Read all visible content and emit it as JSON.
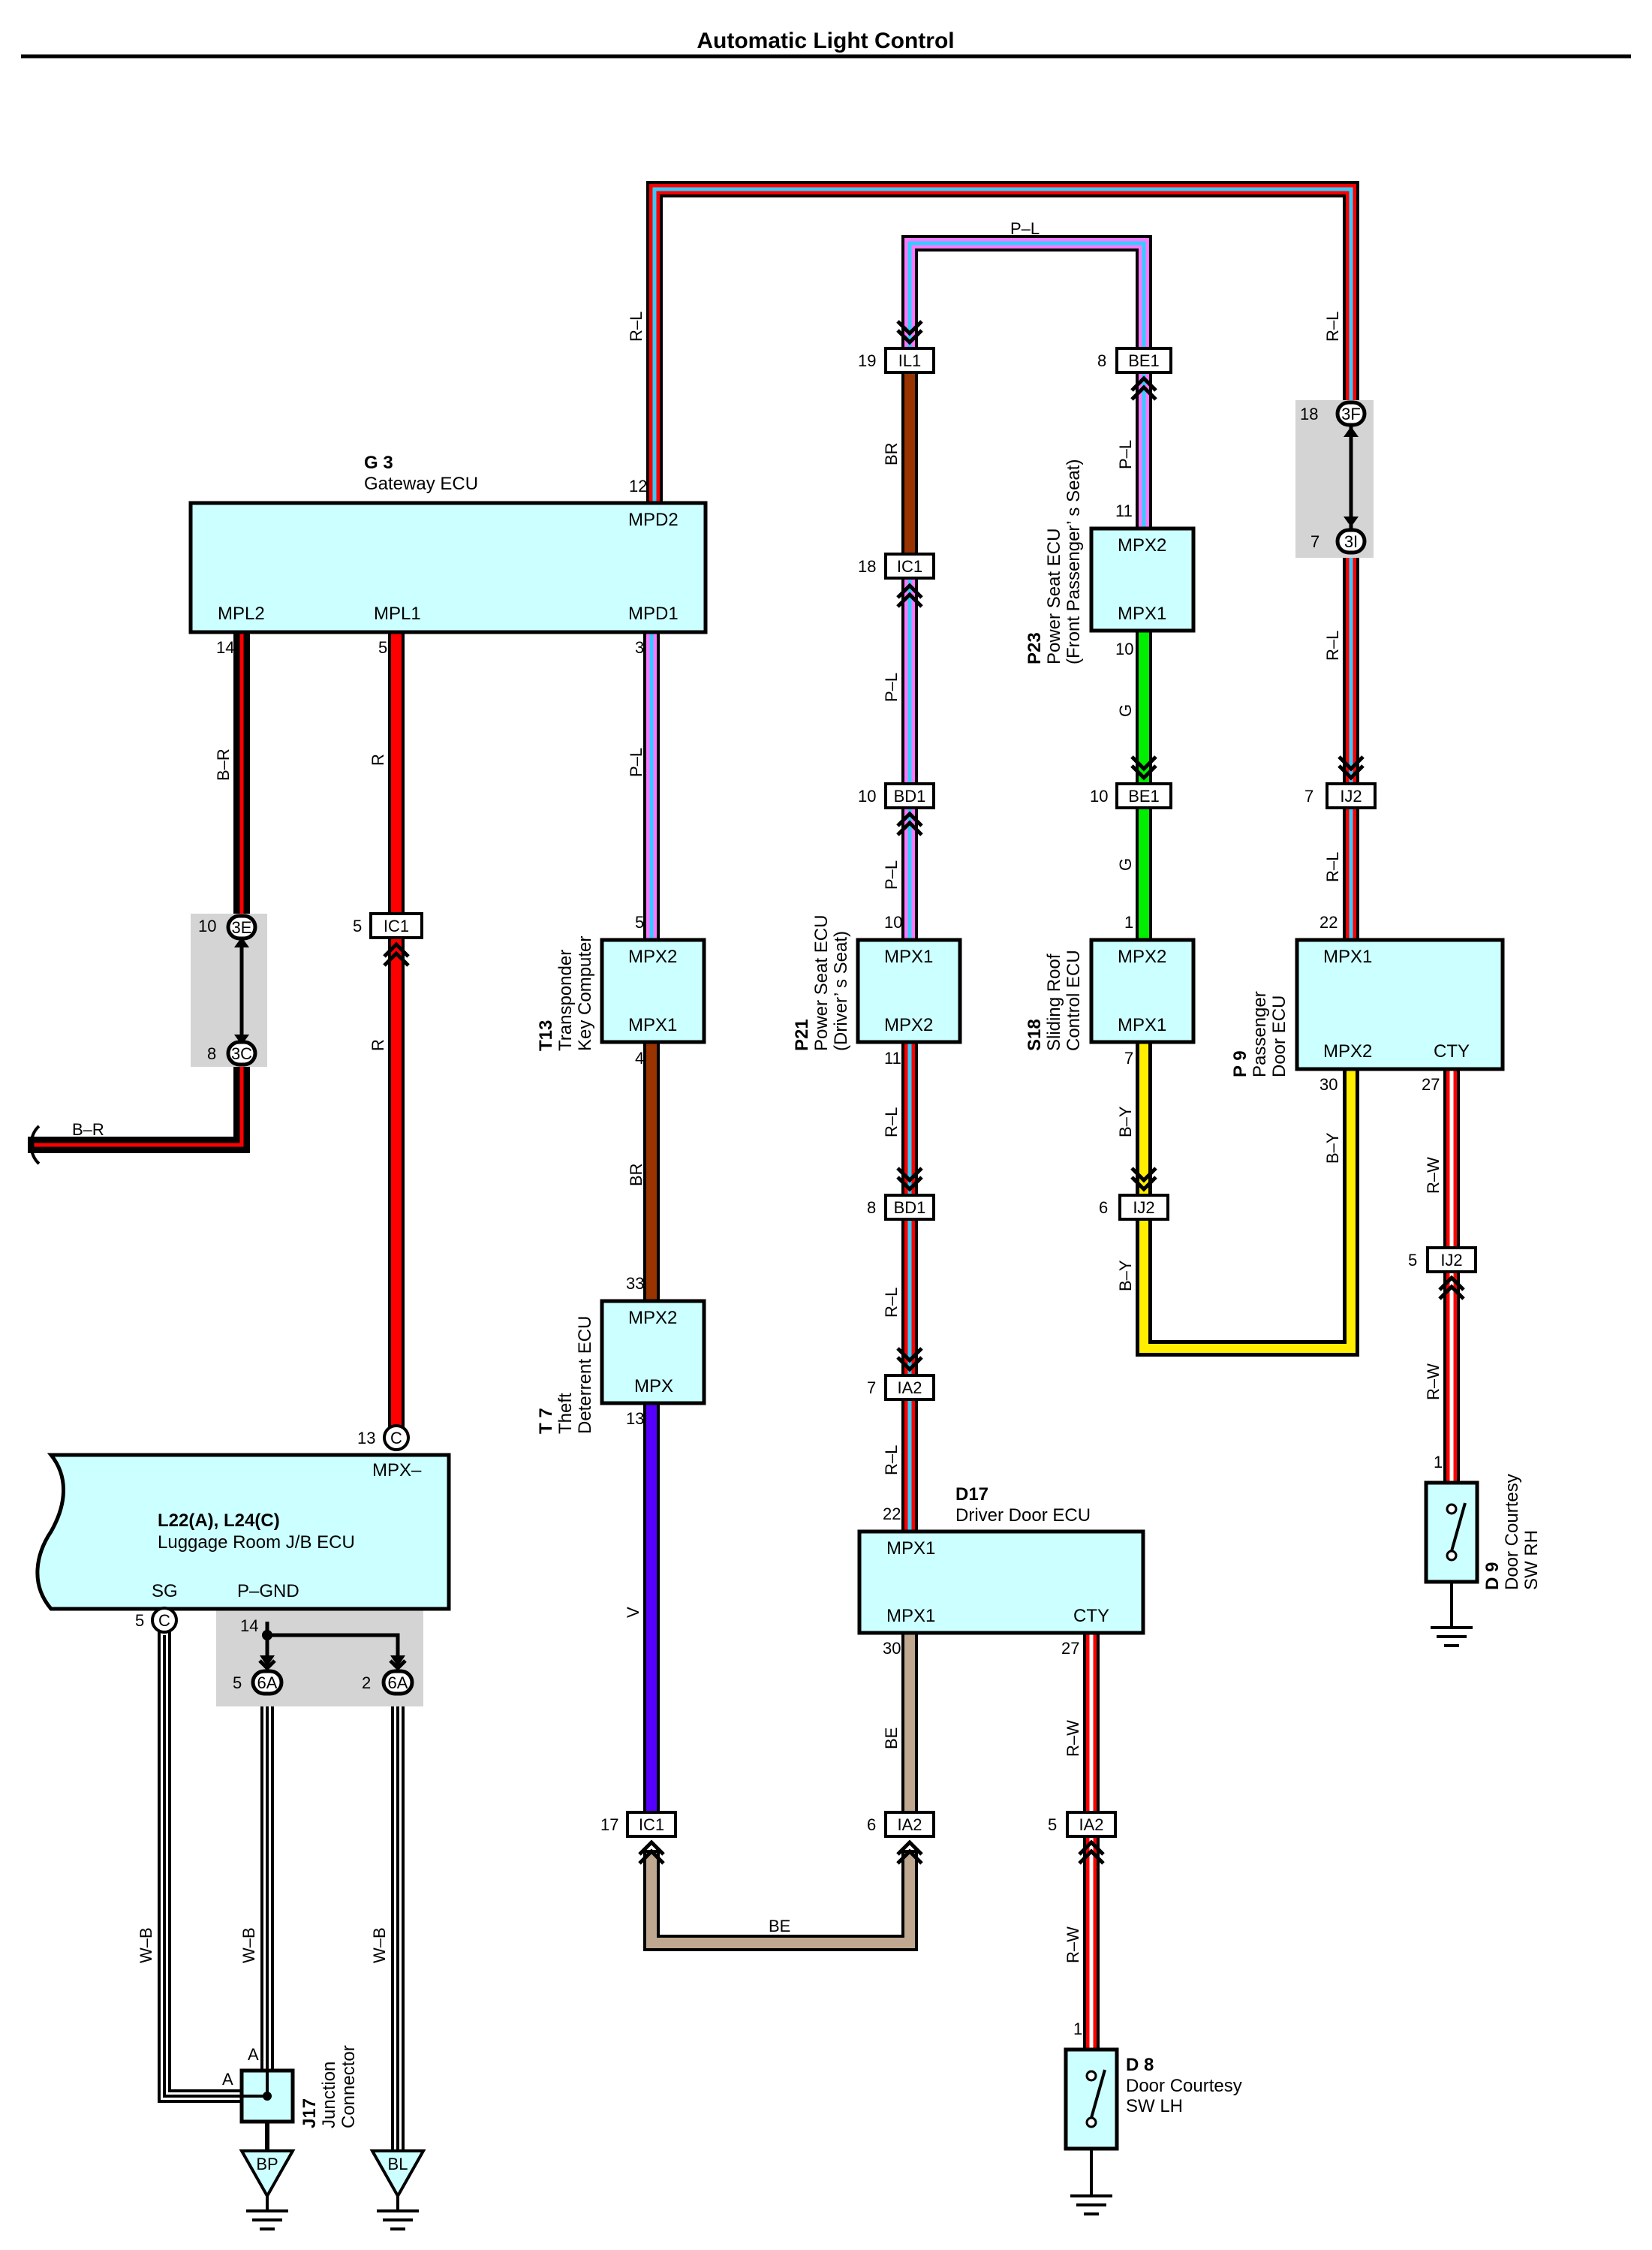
{
  "title": "Automatic Light Control",
  "colors": {
    "R": "#ff0000",
    "BR": "#993300",
    "P": "#ff77ff",
    "L": "#33ccff",
    "G": "#00ee00",
    "Y": "#ffee00",
    "V": "#5500ff",
    "BE": "#c0a890",
    "W": "#ffffff",
    "B": "#000000",
    "box": "#ccffff",
    "splice": "#d4d4d4"
  },
  "ecus": {
    "g3": {
      "code": "G 3",
      "name": "Gateway ECU",
      "terms": [
        "MPD2",
        "MPL2",
        "MPL1",
        "MPD1"
      ]
    },
    "t13": {
      "code": "T13",
      "name1": "Transponder",
      "name2": "Key Computer",
      "terms": [
        "MPX2",
        "MPX1"
      ]
    },
    "t7": {
      "code": "T 7",
      "name1": "Theft",
      "name2": "Deterrent ECU",
      "terms": [
        "MPX2",
        "MPX"
      ]
    },
    "p21": {
      "code": "P21",
      "name1": "Power Seat ECU",
      "name2": "(Driver’ s Seat)",
      "terms": [
        "MPX1",
        "MPX2"
      ]
    },
    "p23": {
      "code": "P23",
      "name1": "Power Seat ECU",
      "name2": "(Front Passenger’ s Seat)",
      "terms": [
        "MPX2",
        "MPX1"
      ]
    },
    "s18": {
      "code": "S18",
      "name1": "Sliding Roof",
      "name2": "Control ECU",
      "terms": [
        "MPX2",
        "MPX1"
      ]
    },
    "p9": {
      "code": "P 9",
      "name1": "Passenger",
      "name2": "Door ECU",
      "terms": [
        "MPX1",
        "MPX2",
        "CTY"
      ]
    },
    "d17": {
      "code": "D17",
      "name": "Driver Door ECU",
      "terms": [
        "MPX1",
        "MPX1",
        "CTY"
      ]
    },
    "l22": {
      "code": "L22(A), L24(C)",
      "name": "Luggage Room J/B ECU",
      "terms": [
        "MPX–",
        "SG",
        "P–GND"
      ]
    },
    "d9": {
      "code": "D 9",
      "name1": "Door Courtesy",
      "name2": "SW RH"
    },
    "d8": {
      "code": "D 8",
      "name1": "Door Courtesy",
      "name2": "SW LH"
    },
    "j17": {
      "code": "J17",
      "name1": "Junction",
      "name2": "Connector",
      "pins": [
        "A",
        "A"
      ]
    }
  },
  "connectors": {
    "il1": "IL1",
    "ic1a": "IC1",
    "bd1a": "BD1",
    "bd1b": "BD1",
    "ia2a": "IA2",
    "be1a": "BE1",
    "be1b": "BE1",
    "ij2a": "IJ2",
    "ij2b": "IJ2",
    "ij2c": "IJ2",
    "ic1b": "IC1",
    "ic1c": "IC1",
    "ia2b": "IA2",
    "ia2c": "IA2"
  },
  "circles": {
    "c3e": "3E",
    "c3c": "3C",
    "c3f": "3F",
    "c3i": "3I",
    "c6a1": "6A",
    "c6a2": "6A",
    "cl13": "C",
    "cl5": "C",
    "gbp": "BP",
    "gbl": "BL"
  },
  "pins": {
    "p12": "12",
    "p14": "14",
    "p5": "5",
    "p3": "3",
    "p5a": "5",
    "p4": "4",
    "p33": "33",
    "p13": "13",
    "p10a": "10",
    "p8a": "8",
    "p5b": "5",
    "p13b": "13",
    "p5c": "5",
    "p14b": "14",
    "p5d": "5",
    "p2": "2",
    "p19": "19",
    "p18": "18",
    "p10b": "10",
    "p10c": "10",
    "p11a": "11",
    "p8b": "8",
    "p7a": "7",
    "p22a": "22",
    "p30a": "30",
    "p27a": "27",
    "p6a": "6",
    "p5e": "5",
    "p17": "17",
    "p8c": "8",
    "p11b": "11",
    "p10d": "10",
    "p10e": "10",
    "p1a": "1",
    "p7b": "7",
    "p6b": "6",
    "p18b": "18",
    "p7c": "7",
    "p7d": "7",
    "p22b": "22",
    "p30b": "30",
    "p27b": "27",
    "p5f": "5",
    "p1b": "1",
    "p1c": "1"
  },
  "wires": {
    "rl": "R–L",
    "pl": "P–L",
    "br": "BR",
    "r": "R",
    "b_r": "B–R",
    "g": "G",
    "b_y": "B–Y",
    "r_w": "R–W",
    "v": "V",
    "be": "BE",
    "w_b": "W–B"
  }
}
